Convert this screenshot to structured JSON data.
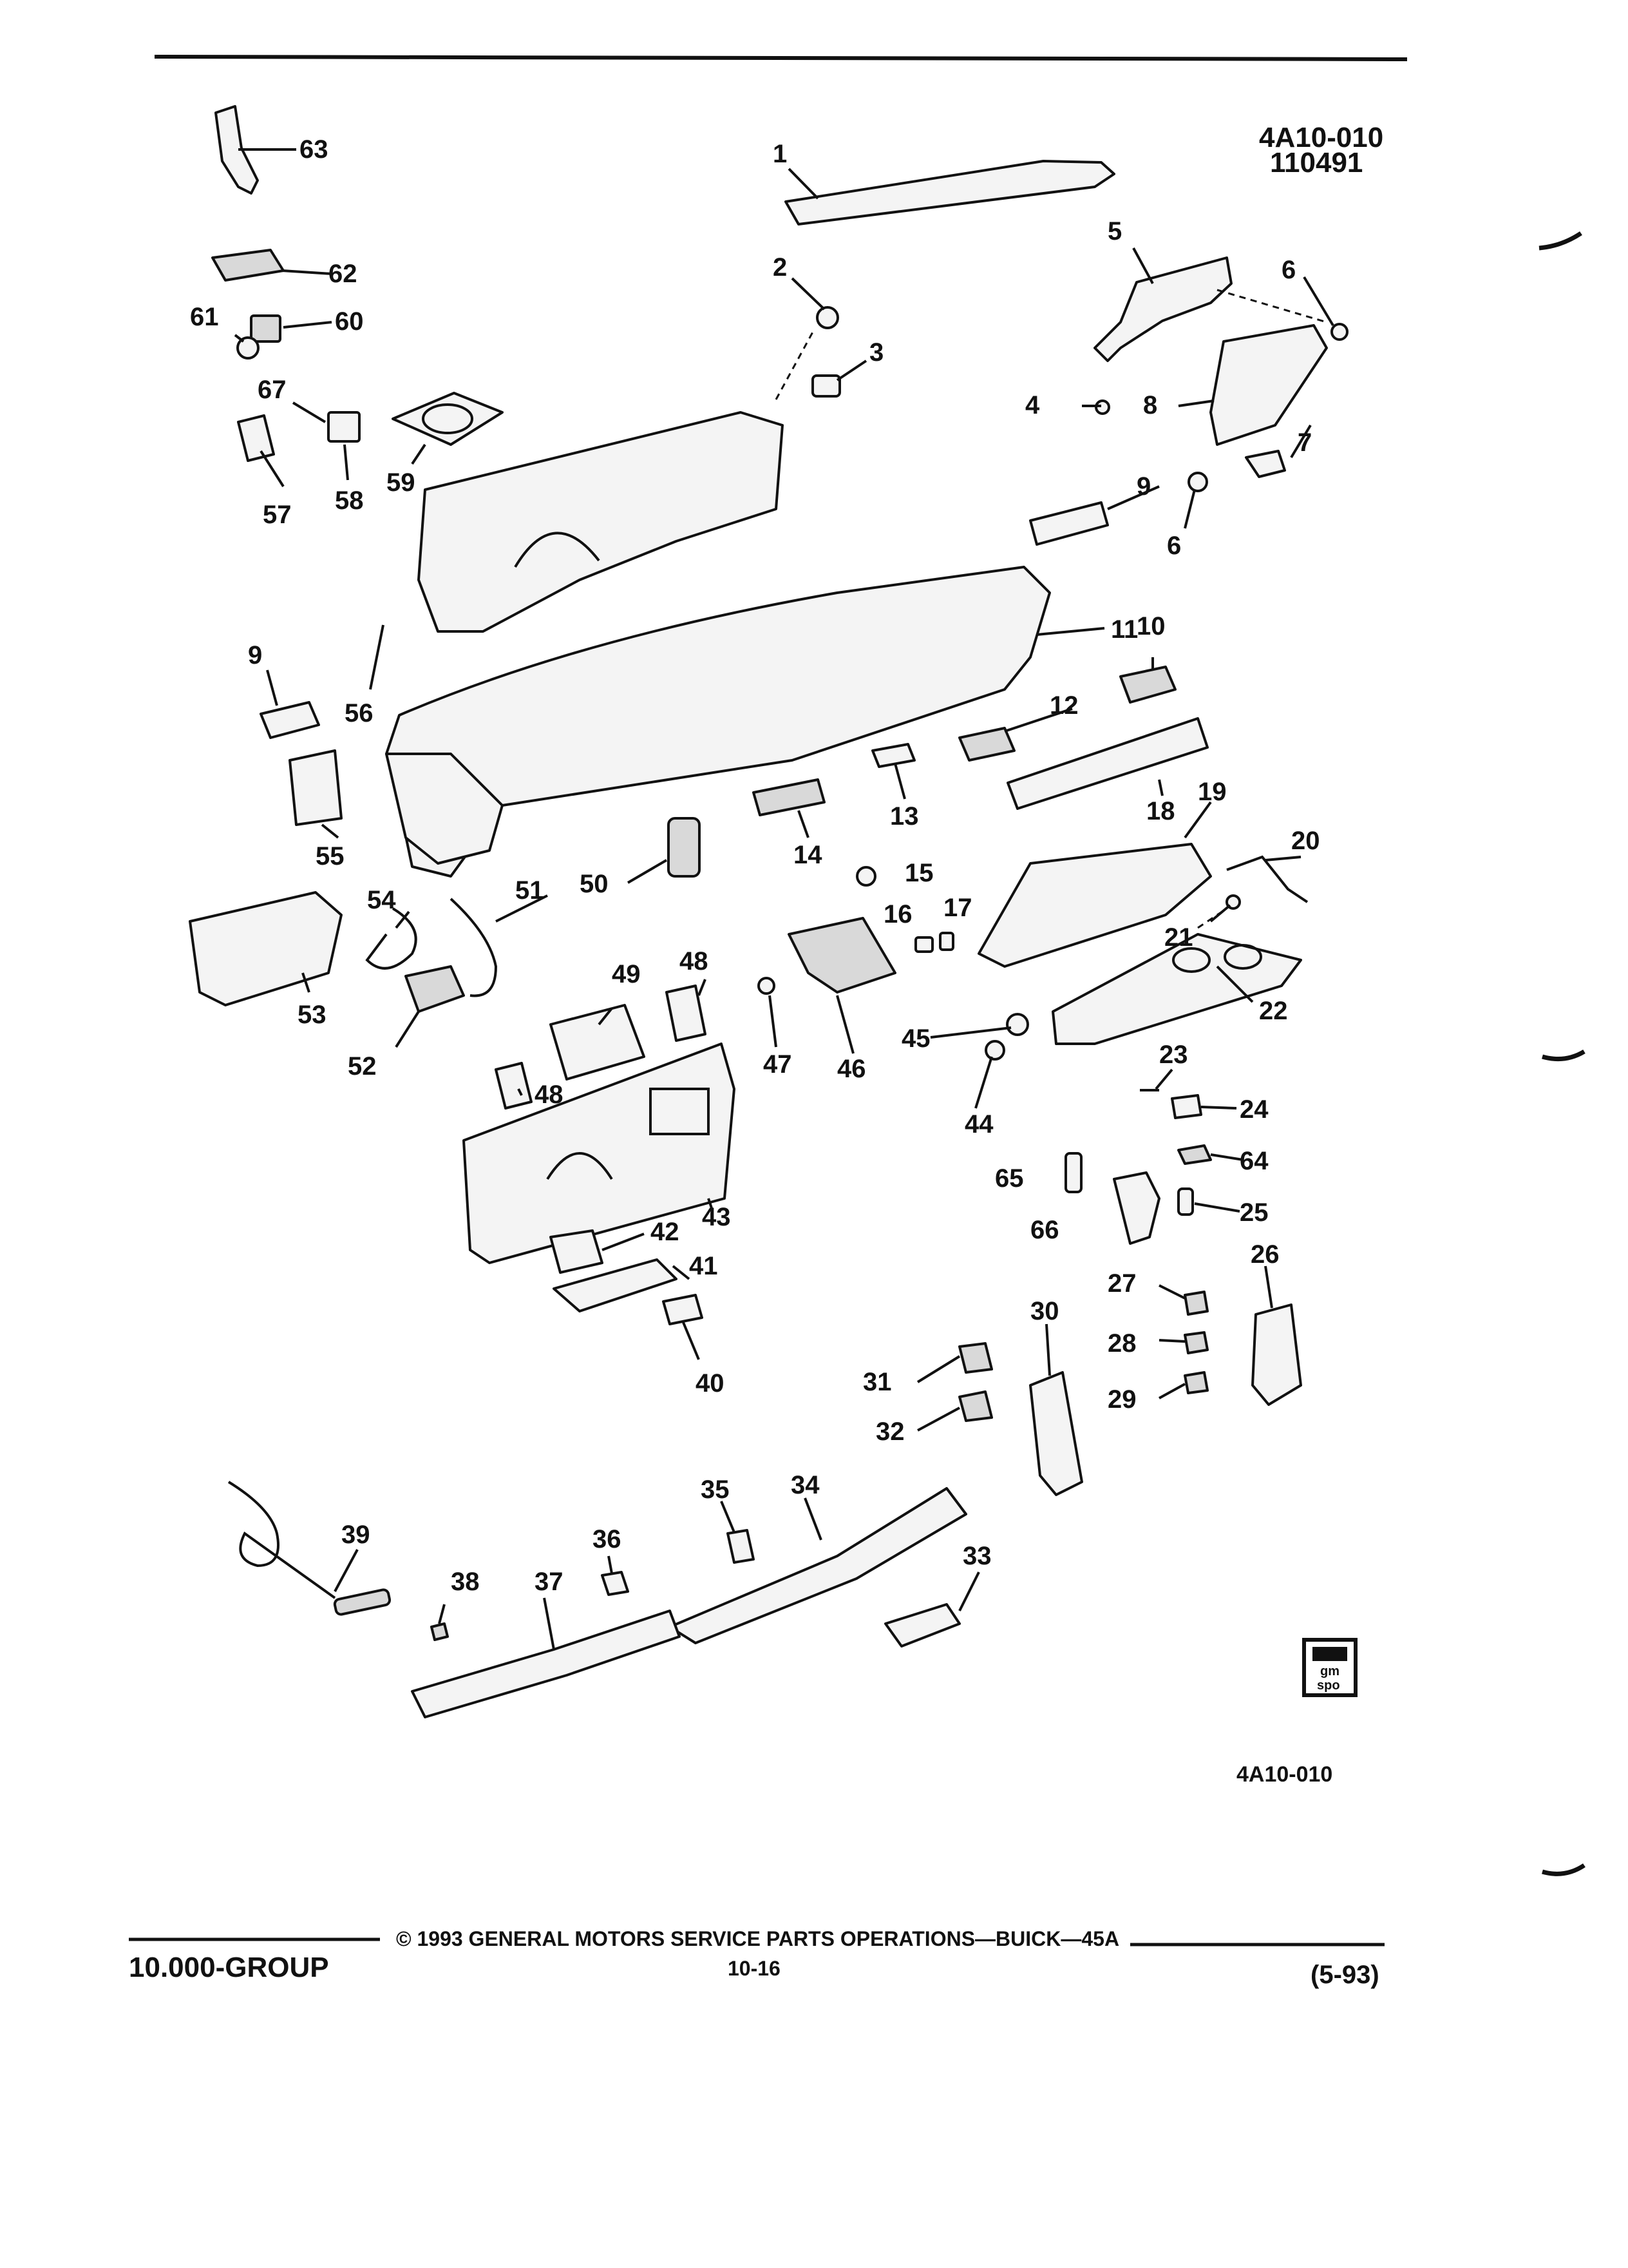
{
  "header": {
    "illustration_code": "4A10-010",
    "illustration_date": "110491"
  },
  "callouts": [
    "1",
    "2",
    "3",
    "4",
    "5",
    "6",
    "6",
    "7",
    "8",
    "9",
    "9",
    "10",
    "11",
    "12",
    "13",
    "14",
    "15",
    "16",
    "17",
    "18",
    "19",
    "20",
    "21",
    "22",
    "23",
    "24",
    "25",
    "26",
    "27",
    "28",
    "29",
    "30",
    "31",
    "32",
    "33",
    "34",
    "35",
    "36",
    "37",
    "38",
    "39",
    "40",
    "41",
    "42",
    "43",
    "44",
    "45",
    "46",
    "47",
    "48",
    "48",
    "49",
    "50",
    "51",
    "52",
    "53",
    "54",
    "55",
    "56",
    "57",
    "58",
    "59",
    "60",
    "61",
    "62",
    "63",
    "64",
    "65",
    "66",
    "67"
  ],
  "figure_code_bottom": "4A10-010",
  "logo_text": [
    "gm",
    "spo"
  ],
  "footer": {
    "group": "10.000-GROUP",
    "copyright": "©  1993  GENERAL MOTORS SERVICE PARTS OPERATIONS—BUICK—45A",
    "page_number": "10-16",
    "revision": "(5-93)"
  }
}
